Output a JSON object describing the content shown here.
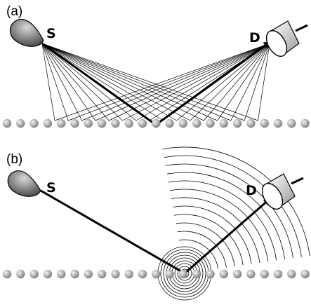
{
  "panels": [
    {
      "label": "(a)",
      "source_label": "S",
      "detector_label": "D"
    },
    {
      "label": "(b)",
      "source_label": "S",
      "detector_label": "D"
    }
  ],
  "colors": {
    "line": "#000000",
    "atom_light": "#f2f2f2",
    "atom_dark": "#7a7a7a",
    "source_dark": "#3a3a3a"
  }
}
